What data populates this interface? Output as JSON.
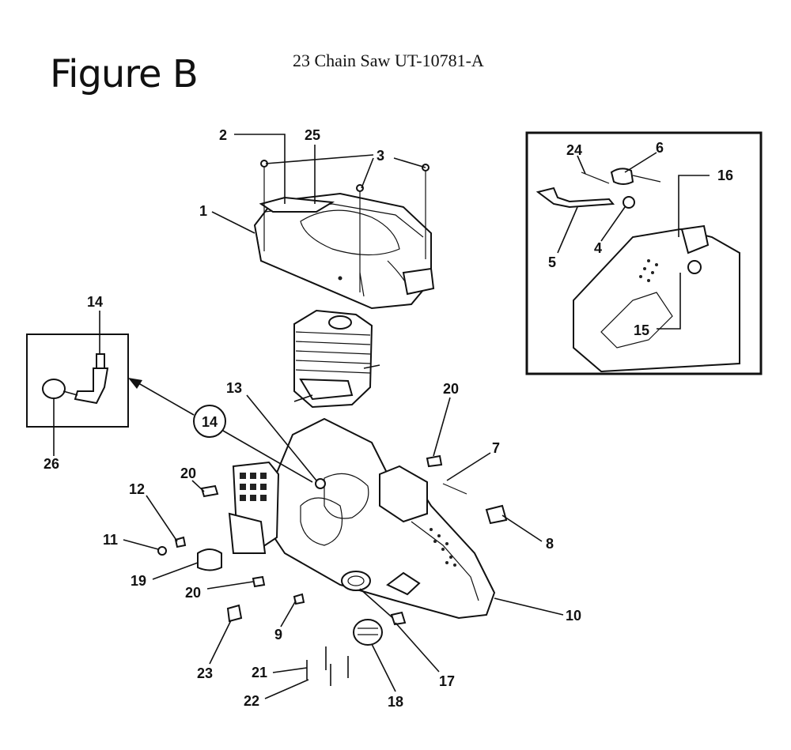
{
  "title": "Figure B",
  "subtitle": "23 Chain Saw UT-10781-A",
  "callouts": {
    "c1": "1",
    "c2": "2",
    "c3": "3",
    "c4": "4",
    "c5": "5",
    "c6": "6",
    "c7": "7",
    "c8": "8",
    "c9": "9",
    "c10": "10",
    "c11": "11",
    "c12": "12",
    "c13": "13",
    "c14_circle": "14",
    "c14_inset": "14",
    "c15": "15",
    "c16": "16",
    "c17": "17",
    "c18": "18",
    "c19": "19",
    "c20_a": "20",
    "c20_b": "20",
    "c20_c": "20",
    "c21": "21",
    "c22": "22",
    "c23": "23",
    "c24": "24",
    "c25": "25",
    "c26": "26"
  }
}
